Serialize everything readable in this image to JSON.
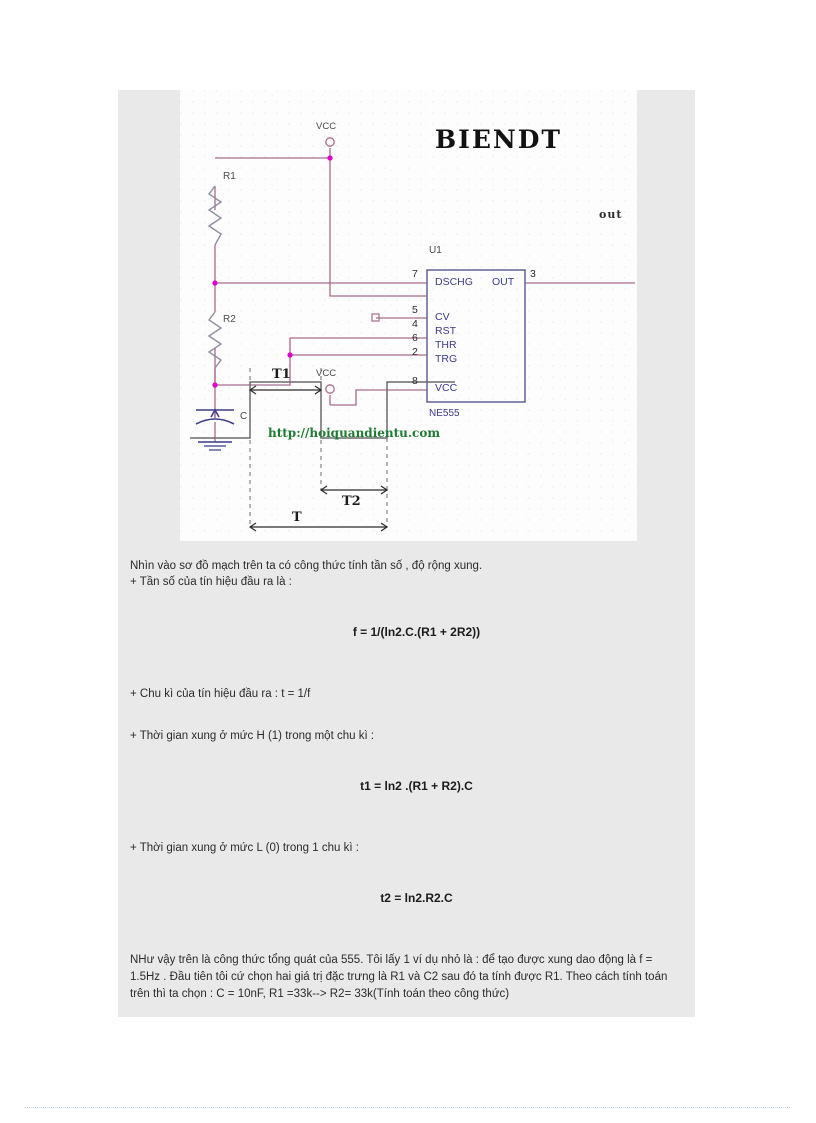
{
  "figure": {
    "brand_title": "BIENDT",
    "watermark": "http://hoiquandientu.com",
    "output_label": "out",
    "components": {
      "r1": "R1",
      "r2": "R2",
      "capacitor": "C",
      "ic_refdes": "U1",
      "ic_part": "NE555",
      "vcc_top": "VCC",
      "vcc_pin8": "VCC"
    },
    "ic_pins": [
      {
        "number": "7",
        "name": "DSCHG"
      },
      {
        "number": "3",
        "name": "OUT"
      },
      {
        "number": "5",
        "name": "CV"
      },
      {
        "number": "4",
        "name": "RST"
      },
      {
        "number": "6",
        "name": "THR"
      },
      {
        "number": "2",
        "name": "TRG"
      },
      {
        "number": "8",
        "name": "VCC"
      }
    ],
    "timing_labels": {
      "t1": "T1",
      "t2": "T2",
      "period": "T"
    }
  },
  "article": {
    "intro_line1": "Nhìn vào sơ đồ mạch trên ta có công thức tính tần số , độ rộng xung.",
    "intro_line2": "+ Tần số của tín hiệu đầu ra là :",
    "formula_frequency": "f = 1/(ln2.C.(R1 + 2R2))",
    "period_line": "+ Chu kì của tín hiệu đầu ra : t = 1/f",
    "high_time_line": "+ Thời gian xung ở mức H (1) trong một chu kì :",
    "formula_t1": "t1 = ln2 .(R1 + R2).C",
    "low_time_line": "+ Thời gian xung ở mức L (0) trong 1 chu kì :",
    "formula_t2": "t2 = ln2.R2.C",
    "closing_paragraph": "NHư vậy trên là công thức tổng quát của 555. Tôi lấy 1 ví dụ nhỏ là : để tạo được xung dao động là f = 1.5Hz . Đầu tiên tôi cứ chọn hai giá trị đặc trưng là R1 và C2 sau đó ta tính được R1. Theo cách tính toán trên thì ta chọn : C = 10nF, R1 =33k--> R2= 33k(Tính toán theo công thức)"
  },
  "colors": {
    "wire": "#a96c8e",
    "ic_outline": "#6b6b9e",
    "ic_text": "#3b3b8c",
    "junction": "#e000c8",
    "watermark": "#1f7a32",
    "page_block": "#e9e9e9",
    "canvas": "#fdfdfd"
  }
}
